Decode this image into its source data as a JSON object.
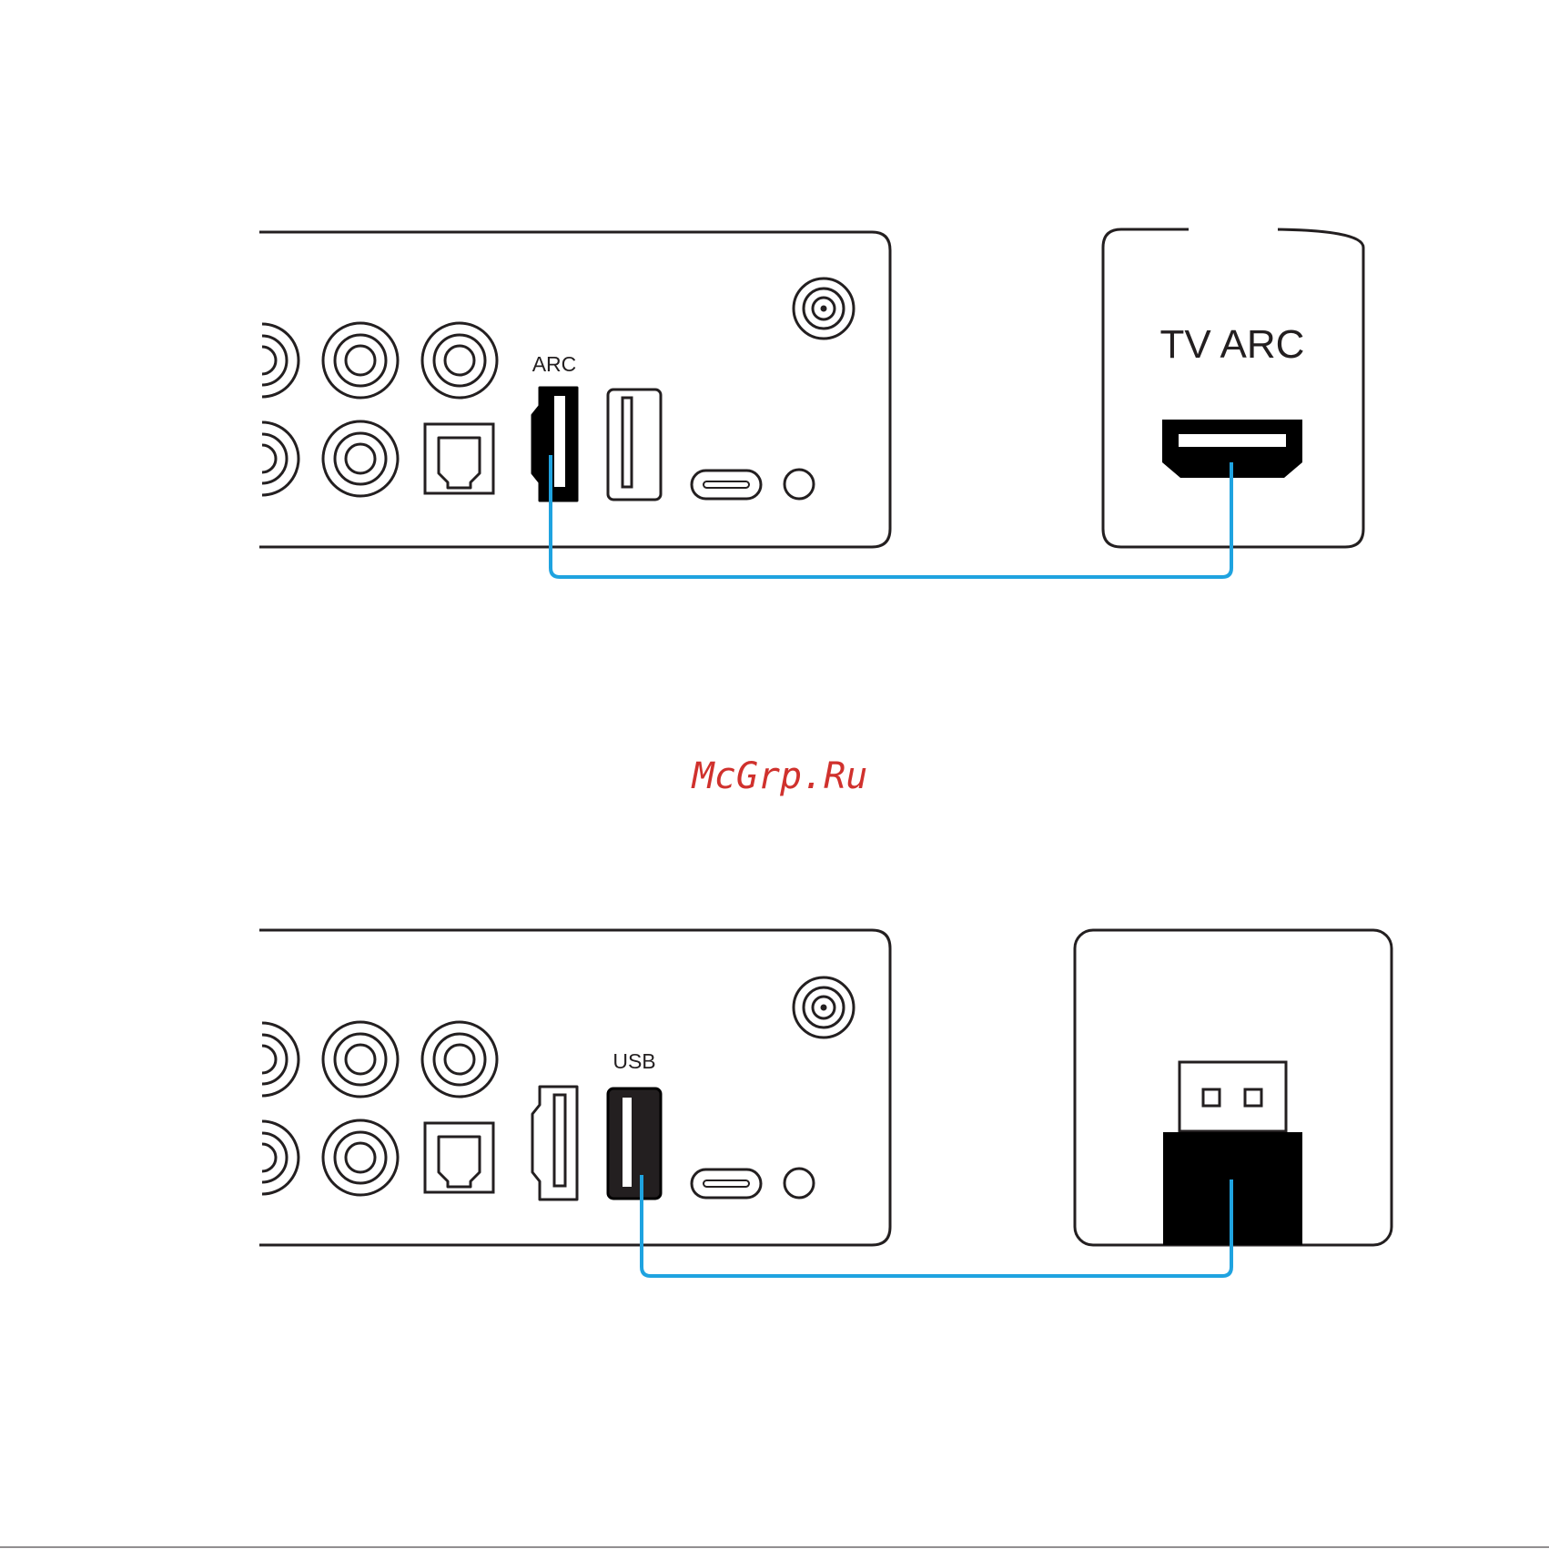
{
  "diagram_1": {
    "device_port_label": "ARC",
    "target_label": "TV ARC",
    "cable_color": "#1fa3e0"
  },
  "watermark": {
    "text": "McGrp.Ru",
    "color": "#d0312d"
  },
  "diagram_2": {
    "device_port_label": "USB",
    "cable_color": "#1fa3e0"
  },
  "colors": {
    "stroke": "#231f20",
    "highlight_fill": "#000000",
    "usb_highlight_fill": "#231f20"
  }
}
